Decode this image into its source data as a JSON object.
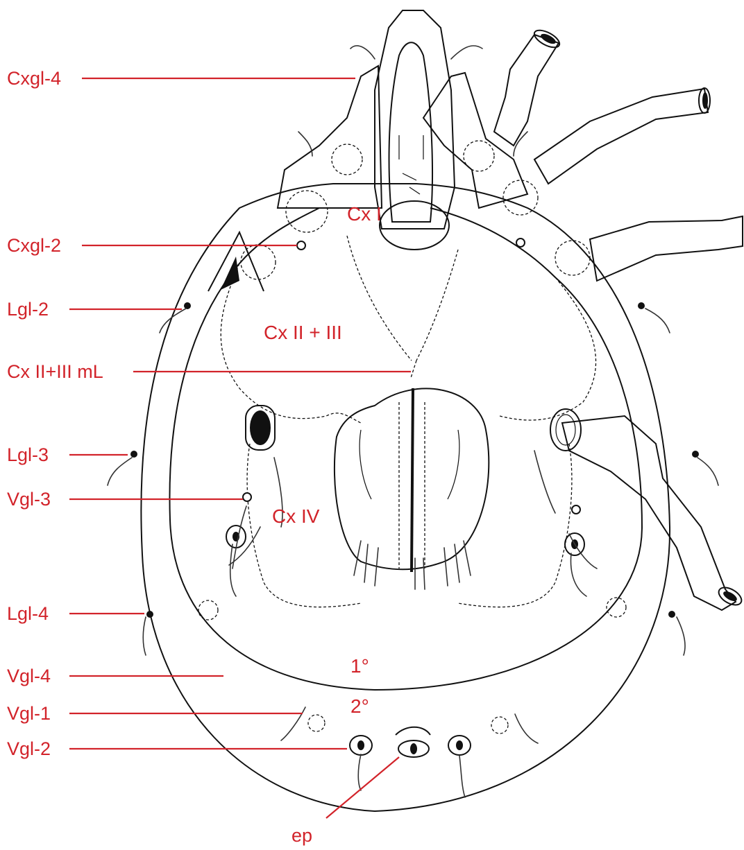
{
  "labels": {
    "cxgl4": "Cxgl-4",
    "cxgl2": "Cxgl-2",
    "lgl2": "Lgl-2",
    "cx23ml": "Cx II+III mL",
    "lgl3": "Lgl-3",
    "vgl3": "Vgl-3",
    "lgl4": "Lgl-4",
    "vgl4": "Vgl-4",
    "vgl1": "Vgl-1",
    "vgl2": "Vgl-2",
    "ep": "ep"
  },
  "regions": {
    "cx1": "Cx I",
    "cx23": "Cx II + III",
    "cx4": "Cx IV",
    "primary": "1°",
    "secondary": "2°"
  },
  "colors": {
    "label": "#d2232a",
    "outline": "#111111",
    "background": "#ffffff"
  }
}
